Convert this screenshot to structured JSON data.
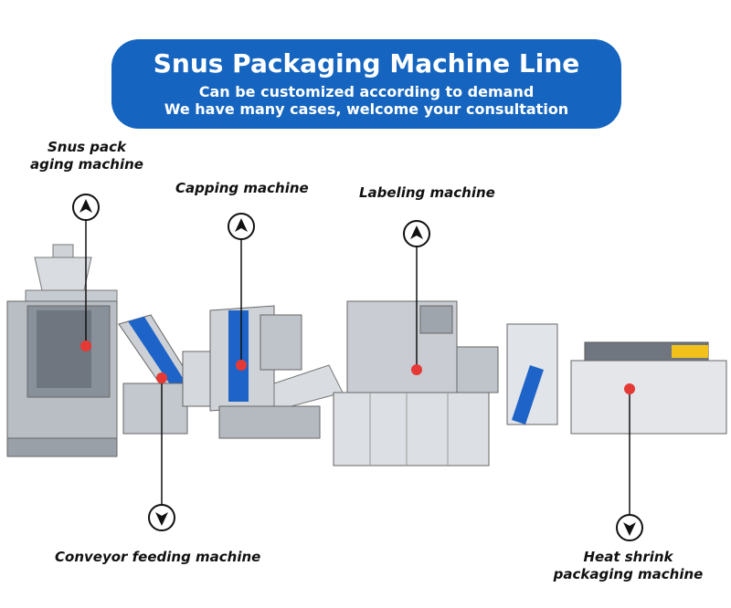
{
  "banner": {
    "title": "Snus Packaging Machine Line",
    "subtitle": "Can be customized according to demand",
    "subtitle2": "We have many cases, welcome your consultation"
  },
  "labels": {
    "snus_line1": "Snus pack",
    "snus_line2": "aging machine",
    "capping": "Capping machine",
    "labeling": "Labeling machine",
    "conveyor": "Conveyor feeding machine",
    "heat_line1": "Heat shrink",
    "heat_line2": "packaging machine"
  },
  "colors": {
    "banner": "#1565c0",
    "marker": "#e53935",
    "line": "#111111"
  },
  "icons": [
    "up-arrow-circle-icon",
    "down-arrow-circle-icon",
    "red-dot-marker-icon"
  ]
}
